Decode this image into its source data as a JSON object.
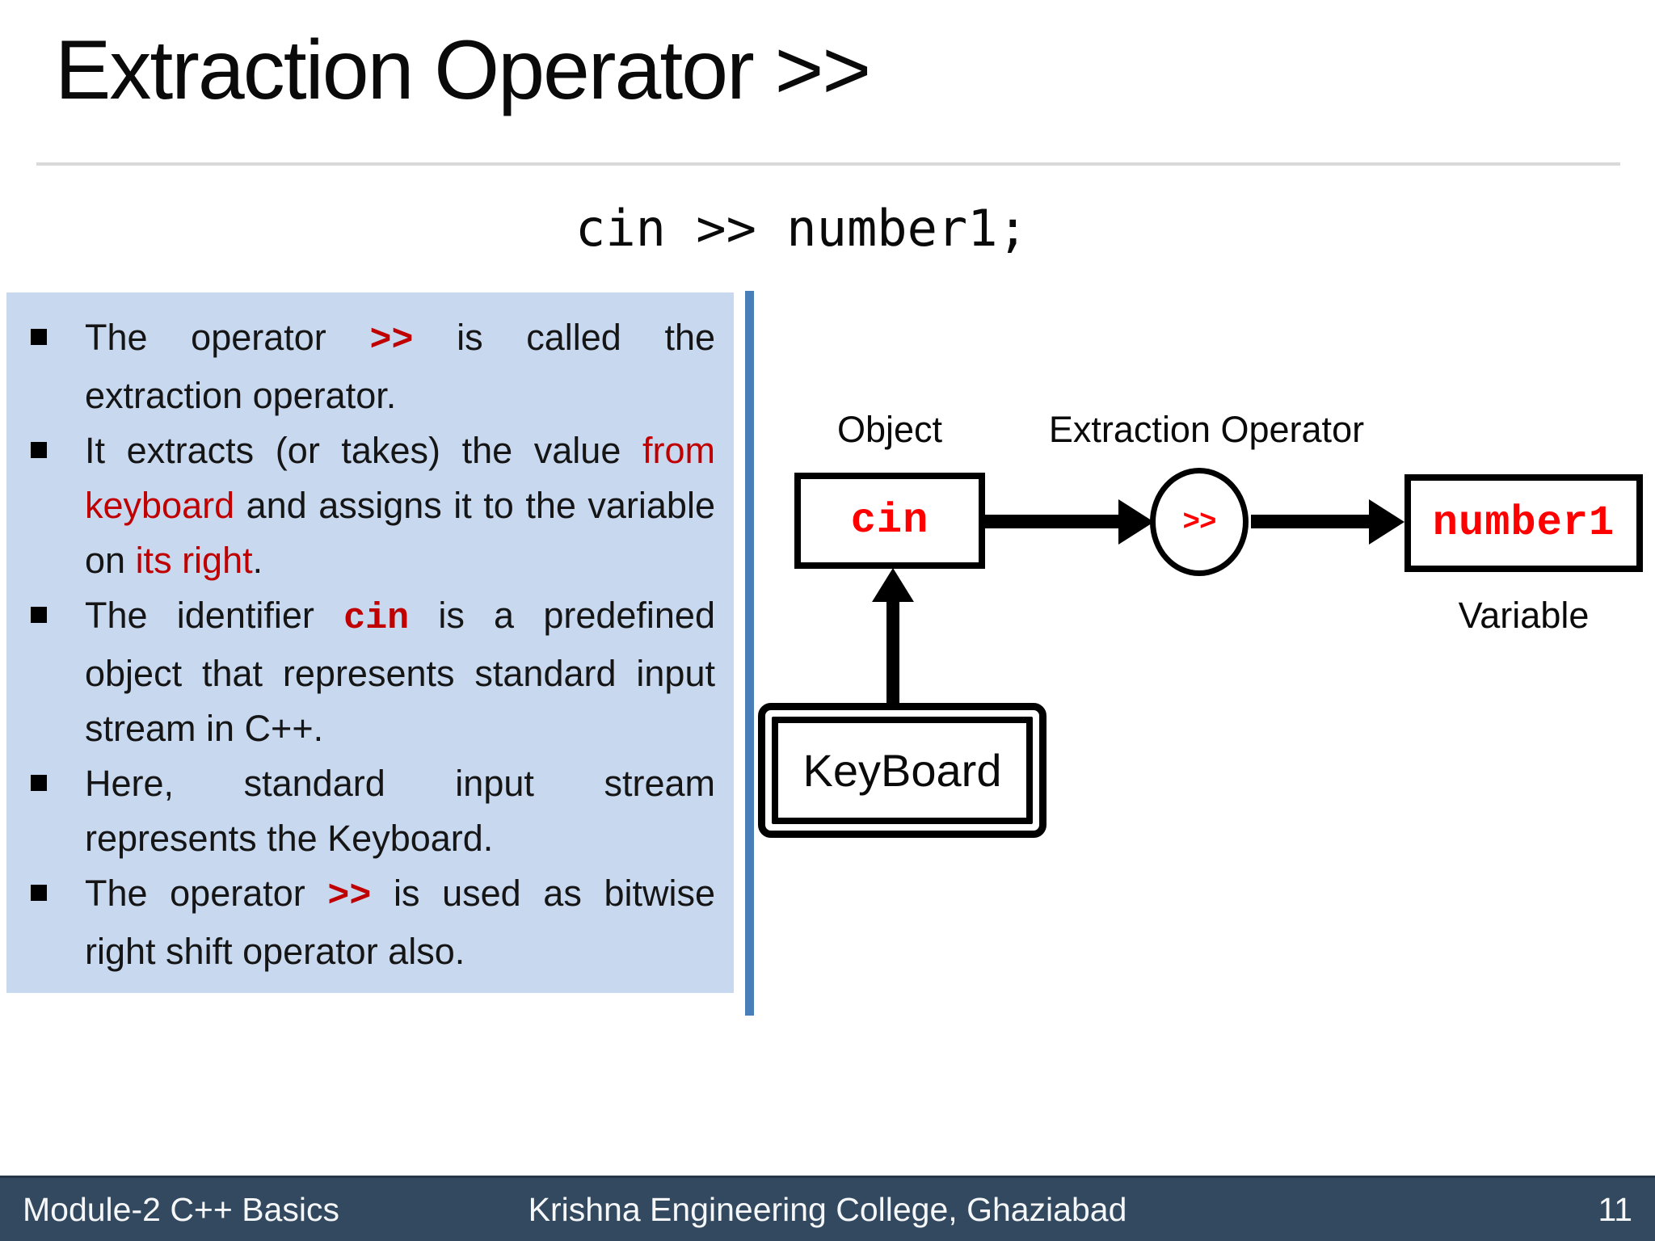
{
  "slide": {
    "title": "Extraction Operator >>",
    "code_line": "cin >> number1;"
  },
  "bullets": [
    {
      "segments": [
        {
          "text": "The operator ",
          "style": "plain"
        },
        {
          "text": ">>",
          "style": "red_mono"
        },
        {
          "text": " is called the extraction operator.",
          "style": "plain"
        }
      ]
    },
    {
      "segments": [
        {
          "text": "It extracts (or takes) the value ",
          "style": "plain"
        },
        {
          "text": "from keyboard",
          "style": "red"
        },
        {
          "text": " and assigns it to the variable on ",
          "style": "plain"
        },
        {
          "text": "its right",
          "style": "red"
        },
        {
          "text": ".",
          "style": "plain"
        }
      ]
    },
    {
      "segments": [
        {
          "text": "The identifier ",
          "style": "plain"
        },
        {
          "text": "cin",
          "style": "red_mono"
        },
        {
          "text": " is a predefined object that represents standard input stream in C++.",
          "style": "plain"
        }
      ]
    },
    {
      "segments": [
        {
          "text": "Here, standard input stream represents the Keyboard.",
          "style": "plain"
        }
      ]
    },
    {
      "segments": [
        {
          "text": "The operator ",
          "style": "plain"
        },
        {
          "text": ">>",
          "style": "red_mono"
        },
        {
          "text": " is used as bitwise right shift operator also.",
          "style": "plain"
        }
      ]
    }
  ],
  "diagram": {
    "object_label": "Object",
    "extraction_operator_label": "Extraction Operator",
    "cin_text": "cin",
    "operator_text": ">>",
    "variable_box_text": "number1",
    "variable_label": "Variable",
    "keyboard_text": "KeyBoard"
  },
  "footer": {
    "left": "Module-2 C++ Basics",
    "center": "Krishna Engineering College, Ghaziabad",
    "page": "11"
  },
  "colors": {
    "accent_red": "#c00000",
    "diagram_red": "#ff0000",
    "panel_blue": "#c7d8ef",
    "divider_blue": "#4a7ebb",
    "footer_bg": "#33495f"
  }
}
